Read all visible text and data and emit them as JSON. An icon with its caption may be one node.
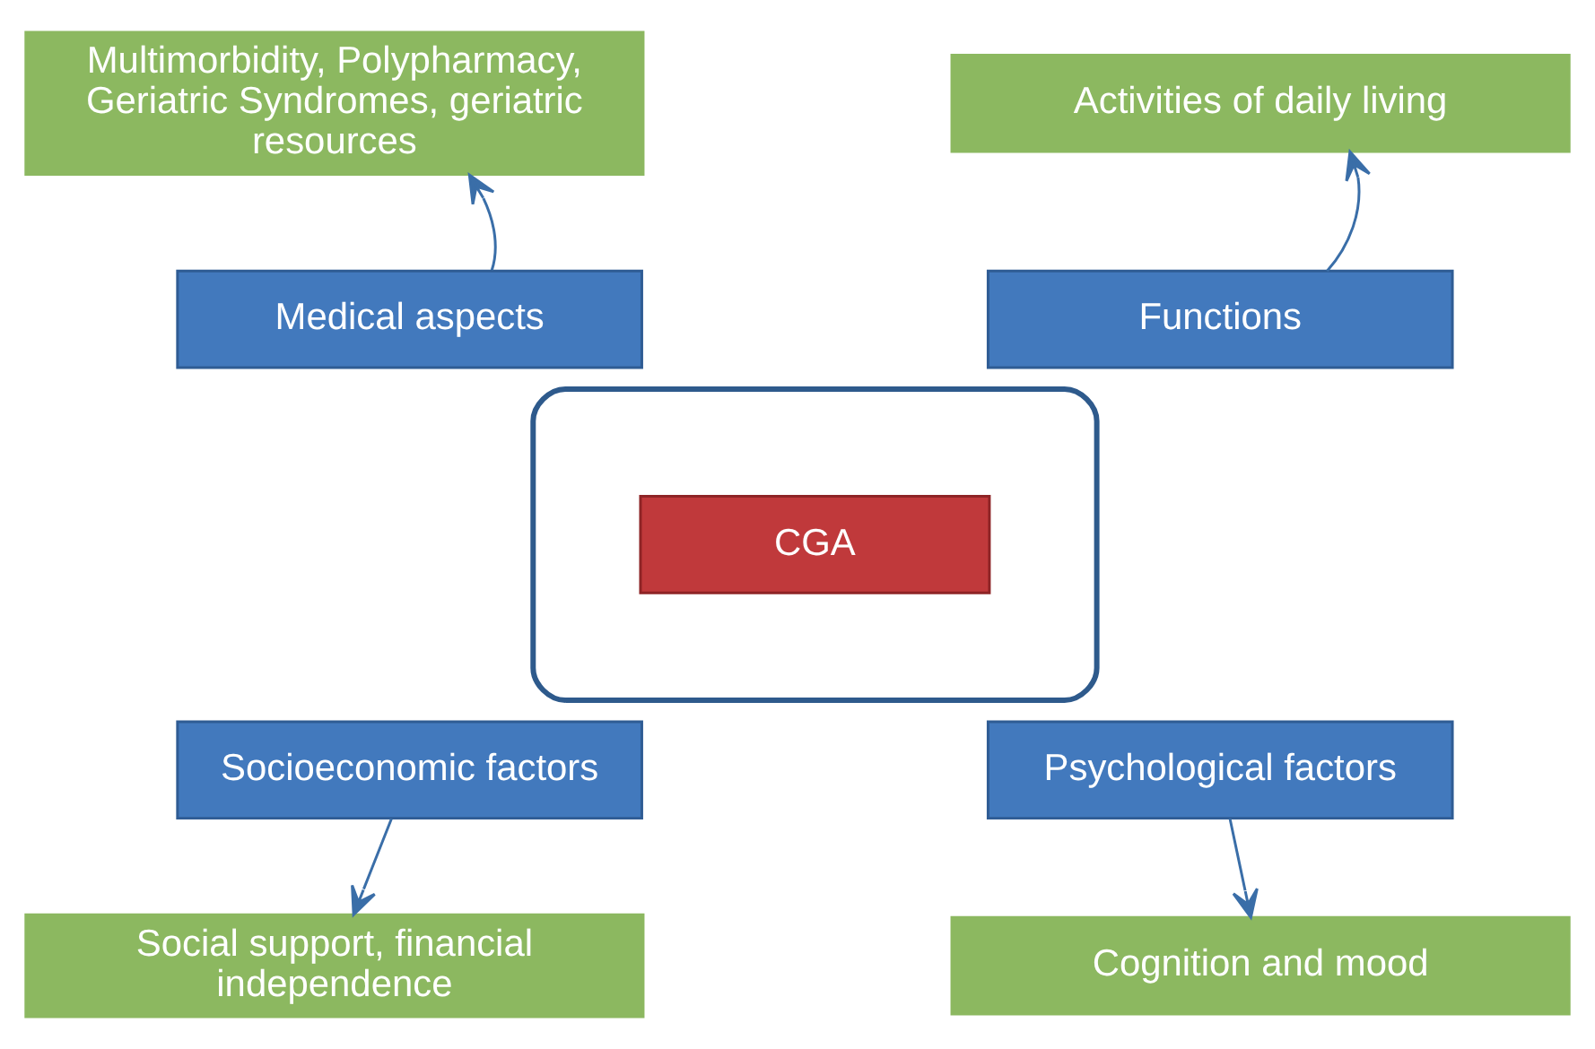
{
  "diagram": {
    "nodes": [
      {
        "text": [
          "Multimorbidity, Polypharmacy, Geriatric Syndromes, geriatric resources"
        ]
      },
      {
        "text": [
          "Activities of daily living"
        ]
      },
      {
        "text": [
          "Medical aspects"
        ]
      },
      {
        "text": [
          "Functions"
        ]
      },
      {
        "text": [],
        "shape": "ellipse"
      },
      {
        "text": [
          "CGA"
        ],
        "in": 4
      },
      {
        "text": [
          "Socioeconomic factors"
        ]
      },
      {
        "text": [
          "Psychological factors"
        ]
      },
      {
        "text": [
          "Social support, financial independence"
        ]
      },
      {
        "text": [
          "Cognition and mood"
        ]
      }
    ],
    "edges": [
      {
        "from": 2,
        "to": 0,
        "arrow": "to"
      },
      {
        "from": 3,
        "to": 1,
        "arrow": "to"
      },
      {
        "from": 6,
        "to": 8,
        "arrow": "to"
      },
      {
        "from": 7,
        "to": 9,
        "arrow": "to"
      }
    ]
  }
}
